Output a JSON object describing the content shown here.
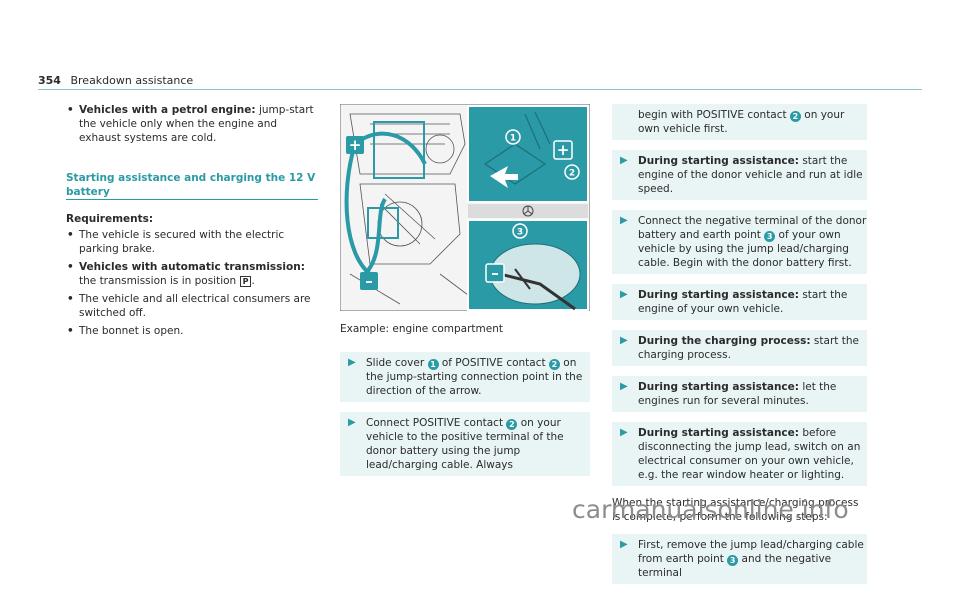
{
  "header": {
    "page_number": "354",
    "section": "Breakdown assistance"
  },
  "col1": {
    "bullet1_bold": "Vehicles with a petrol engine:",
    "bullet1_text": " jump-start the vehicle only when the engine and exhaust systems are cold.",
    "section_title": "Starting assistance and charging the 12 V battery",
    "requirements_label": "Requirements:",
    "req1": "The vehicle is secured with the electric parking brake.",
    "req2_bold": "Vehicles with automatic transmission:",
    "req2_text": " the transmission is in position",
    "req2_key": "P",
    "req2_end": ".",
    "req3": "The vehicle and all electrical consumers are switched off.",
    "req4": "The bonnet is open.",
    "bullet_char": "•"
  },
  "figure": {
    "markers": [
      "1",
      "2",
      "3"
    ],
    "plus_sign": "+",
    "minus_sign": "–"
  },
  "col2": {
    "caption": "Example: engine compartment",
    "step1_a": "Slide cover ",
    "step1_n1": "1",
    "step1_b": " of POSITIVE contact ",
    "step1_n2": "2",
    "step1_c": " on the jump-starting connection point in the direction of the arrow.",
    "step2_a": "Connect POSITIVE contact ",
    "step2_n": "2",
    "step2_b": " on your vehicle to the positive terminal of the donor battery using the jump lead/charging cable. Always"
  },
  "col3": {
    "cont_a": "begin with POSITIVE contact ",
    "cont_n": "2",
    "cont_b": " on your own vehicle first.",
    "s1_bold": "During starting assistance:",
    "s1_text": " start the engine of the donor vehicle and run at idle speed.",
    "s2_a": "Connect the negative terminal of the donor battery and earth point ",
    "s2_n": "3",
    "s2_b": " of your own vehicle by using the jump lead/charging cable. Begin with the donor battery first.",
    "s3_bold": "During starting assistance:",
    "s3_text": " start the engine of your own vehicle.",
    "s4_bold": "During the charging process:",
    "s4_text": " start the charging process.",
    "s5_bold": "During starting assistance:",
    "s5_text": " let the engines run for several minutes.",
    "s6_bold": "During starting assistance:",
    "s6_text": " before disconnecting the jump lead, switch on an electrical consumer on your own vehicle, e.g. the rear window heater or lighting.",
    "plain": "When the starting assistance/charging process is complete, perform the following steps:",
    "s7_a": "First, remove the jump lead/charging cable from earth point ",
    "s7_n": "3",
    "s7_b": " and the negative terminal",
    "arrow_char": "▶"
  },
  "watermark": "carmanualsonline.info",
  "colors": {
    "accent": "#2a9aa6",
    "step_bg": "#e9f4f5",
    "header_line": "#8dc4c9"
  }
}
